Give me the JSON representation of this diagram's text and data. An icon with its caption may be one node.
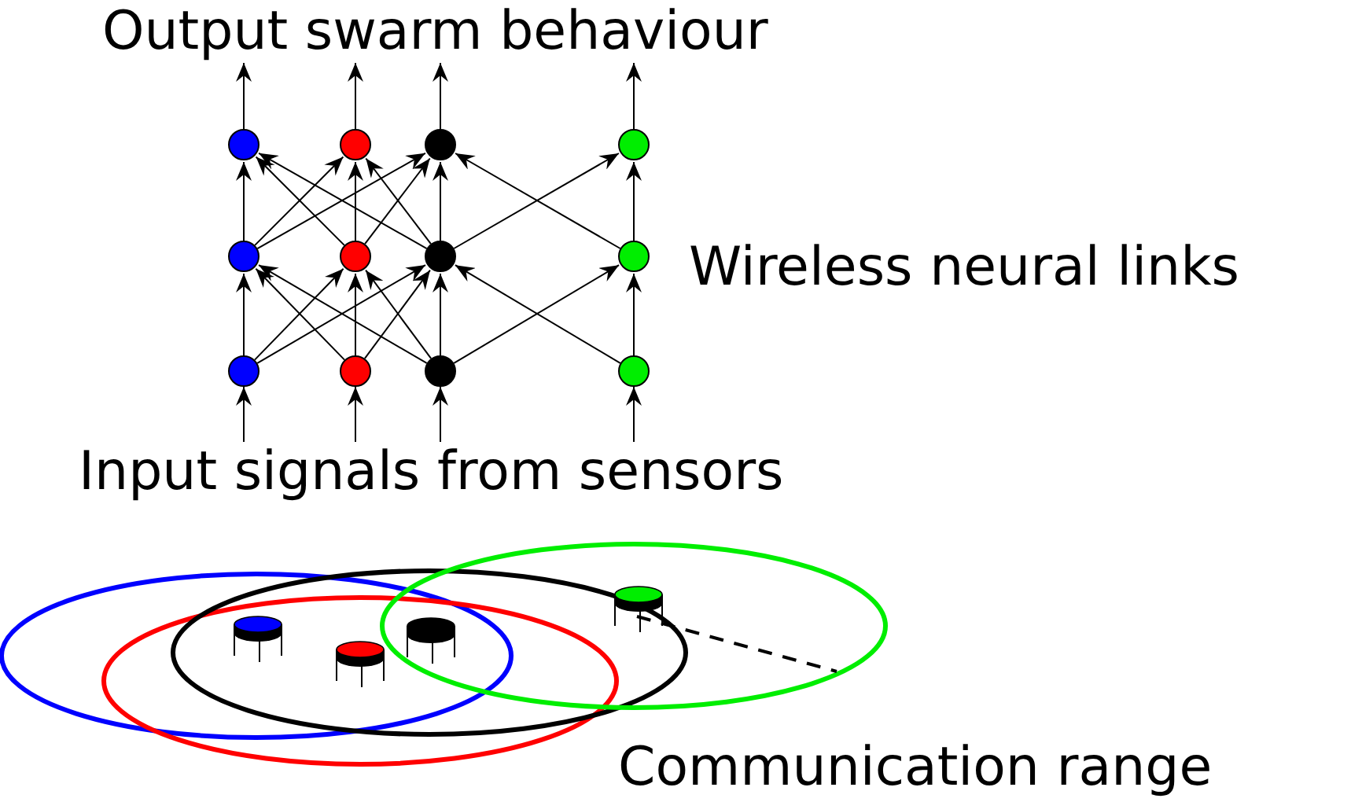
{
  "diagram": {
    "nodes": [
      {
        "text": [],
        "shape": "circle"
      },
      {
        "text": [],
        "shape": "circle"
      },
      {
        "text": [],
        "shape": "circle"
      },
      {
        "text": [],
        "shape": "circle"
      },
      {
        "text": [],
        "shape": "circle"
      },
      {
        "text": [],
        "shape": "circle"
      },
      {
        "text": [],
        "shape": "circle"
      },
      {
        "text": [],
        "shape": "circle"
      },
      {
        "text": [],
        "shape": "circle"
      },
      {
        "text": [],
        "shape": "circle"
      },
      {
        "text": [],
        "shape": "circle"
      },
      {
        "text": [],
        "shape": "circle"
      },
      {
        "text": [
          "Output swarm behaviour"
        ]
      },
      {
        "text": [
          "Input signals from sensors"
        ]
      }
    ],
    "edges": [
      {
        "from": 13,
        "to": 8,
        "arrow": "to"
      },
      {
        "from": 13,
        "to": 9,
        "arrow": "to"
      },
      {
        "from": 13,
        "to": 10,
        "arrow": "to"
      },
      {
        "from": 13,
        "to": 11,
        "arrow": "to"
      },
      {
        "from": 8,
        "to": 4,
        "arrow": "to"
      },
      {
        "from": 8,
        "to": 5,
        "arrow": "to"
      },
      {
        "from": 8,
        "to": 6,
        "arrow": "to"
      },
      {
        "from": 9,
        "to": 4,
        "arrow": "to"
      },
      {
        "from": 9,
        "to": 5,
        "arrow": "to"
      },
      {
        "from": 9,
        "to": 6,
        "arrow": "to"
      },
      {
        "from": 10,
        "to": 4,
        "arrow": "to"
      },
      {
        "from": 10,
        "to": 5,
        "arrow": "to"
      },
      {
        "from": 10,
        "to": 6,
        "arrow": "to"
      },
      {
        "from": 10,
        "to": 7,
        "arrow": "to"
      },
      {
        "from": 11,
        "to": 6,
        "arrow": "to"
      },
      {
        "from": 11,
        "to": 7,
        "arrow": "to"
      },
      {
        "from": 4,
        "to": 0,
        "arrow": "to"
      },
      {
        "from": 4,
        "to": 1,
        "arrow": "to"
      },
      {
        "from": 4,
        "to": 2,
        "arrow": "to"
      },
      {
        "from": 5,
        "to": 0,
        "arrow": "to"
      },
      {
        "from": 5,
        "to": 1,
        "arrow": "to"
      },
      {
        "from": 5,
        "to": 2,
        "arrow": "to"
      },
      {
        "from": 6,
        "to": 0,
        "arrow": "to"
      },
      {
        "from": 6,
        "to": 1,
        "arrow": "to"
      },
      {
        "from": 6,
        "to": 2,
        "arrow": "to"
      },
      {
        "from": 6,
        "to": 3,
        "arrow": "to"
      },
      {
        "from": 7,
        "to": 2,
        "arrow": "to"
      },
      {
        "from": 7,
        "to": 3,
        "arrow": "to"
      },
      {
        "from": 0,
        "to": 12,
        "arrow": "to"
      },
      {
        "from": 1,
        "to": 12,
        "arrow": "to"
      },
      {
        "from": 2,
        "to": 12,
        "arrow": "to"
      },
      {
        "from": 3,
        "to": 12,
        "arrow": "to"
      }
    ],
    "labels": [
      "Wireless neural links",
      "Communication range"
    ]
  }
}
